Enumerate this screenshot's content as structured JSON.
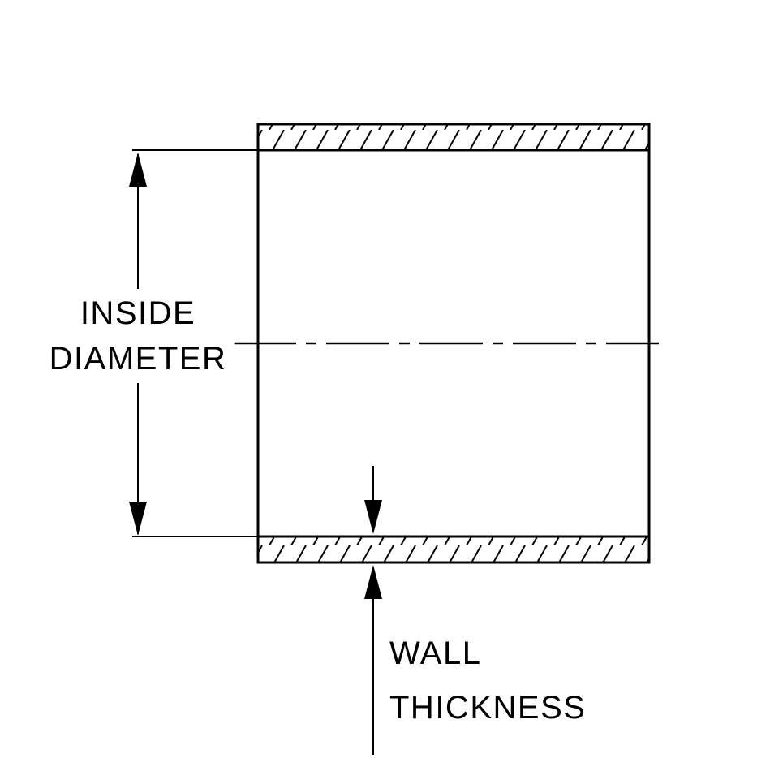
{
  "diagram": {
    "background_color": "#ffffff",
    "line_color": "#000000",
    "labels": {
      "inside_diameter": {
        "line1": "INSIDE",
        "line2": "DIAMETER"
      },
      "wall_thickness": {
        "line1": "WALL",
        "line2": "THICKNESS"
      }
    }
  }
}
